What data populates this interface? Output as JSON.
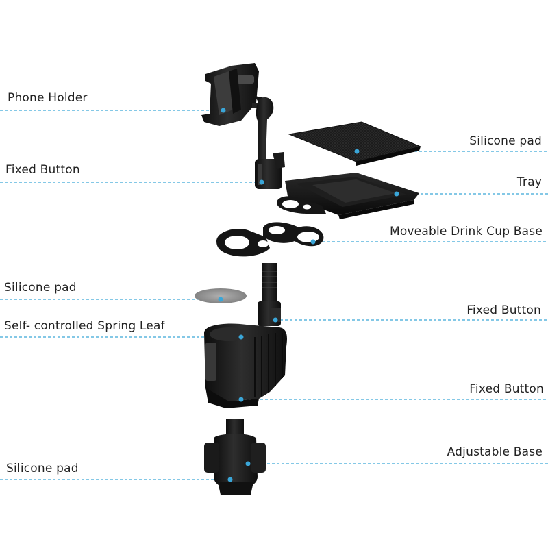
{
  "labels": {
    "phone_holder": "Phone Holder",
    "fixed_button_1": "Fixed Button",
    "silicone_pad_1": "Silicone pad",
    "self_spring": "Self- controlled Spring Leaf",
    "silicone_pad_3": "Silicone pad",
    "silicone_pad_2": "Silicone pad",
    "tray": "Tray",
    "moveable_base": "Moveable Drink Cup Base",
    "fixed_button_2": "Fixed Button",
    "fixed_button_3": "Fixed Button",
    "adjustable_base": "Adjustable Base"
  },
  "colors": {
    "leader_line": "#3aa6d8",
    "part": "#1a1a1a",
    "part_highlight": "#3a3a3a",
    "silicone_pad": "#8d8d8d"
  }
}
